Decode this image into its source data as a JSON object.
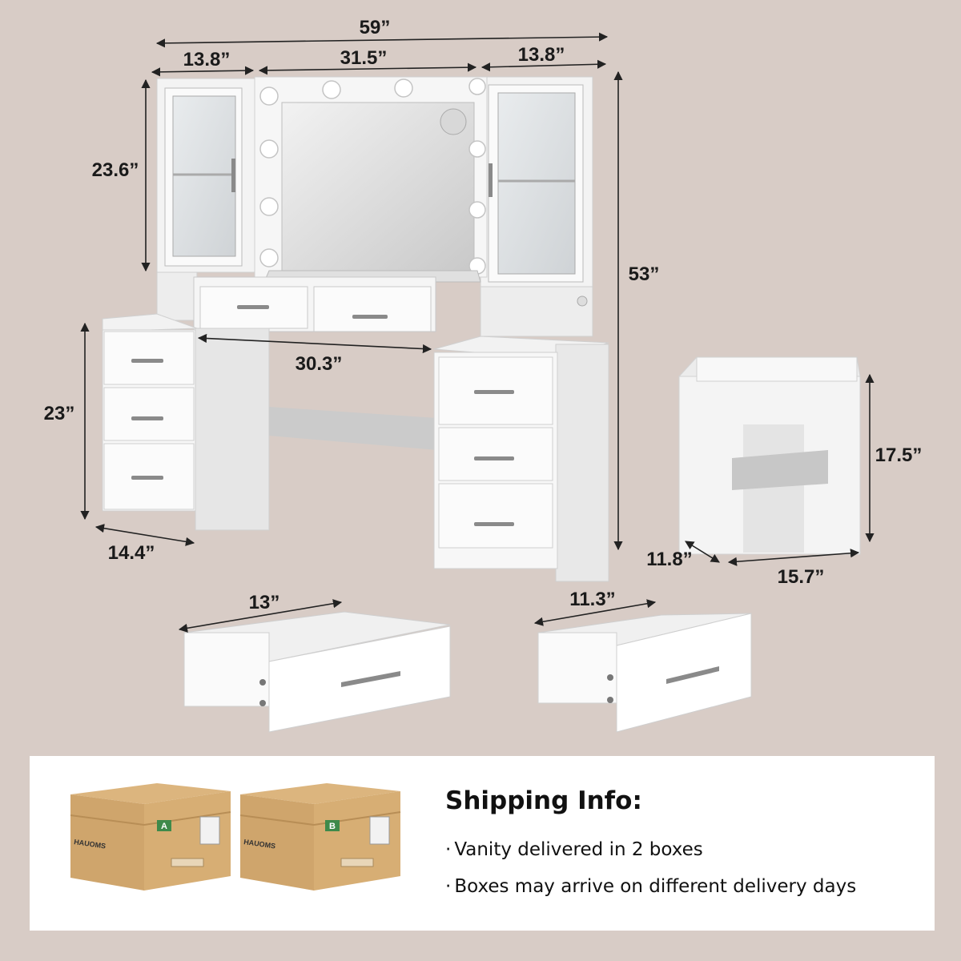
{
  "dimensions": {
    "total_width": "59”",
    "cabinet_left_width": "13.8”",
    "mirror_width": "31.5”",
    "cabinet_right_width": "13.8”",
    "cabinet_height": "23.6”",
    "total_height": "53”",
    "desk_inner_width": "30.3”",
    "desk_height": "23”",
    "desk_depth": "14.4”",
    "stool_height": "17.5”",
    "stool_depth": "11.8”",
    "stool_width": "15.7”",
    "large_drawer_width": "13”",
    "small_drawer_width": "11.3”"
  },
  "boxes": [
    {
      "brand": "HAUOMS",
      "label": "A"
    },
    {
      "brand": "HAUOMS",
      "label": "B"
    }
  ],
  "shipping": {
    "title": "Shipping Info:",
    "bullet": "·",
    "lines": [
      "Vanity delivered in 2 boxes",
      "Boxes may arrive on different delivery days"
    ]
  },
  "colors": {
    "background": "#d8ccc6",
    "furniture": "#f4f4f4",
    "cardboard": "#d3aa72"
  }
}
